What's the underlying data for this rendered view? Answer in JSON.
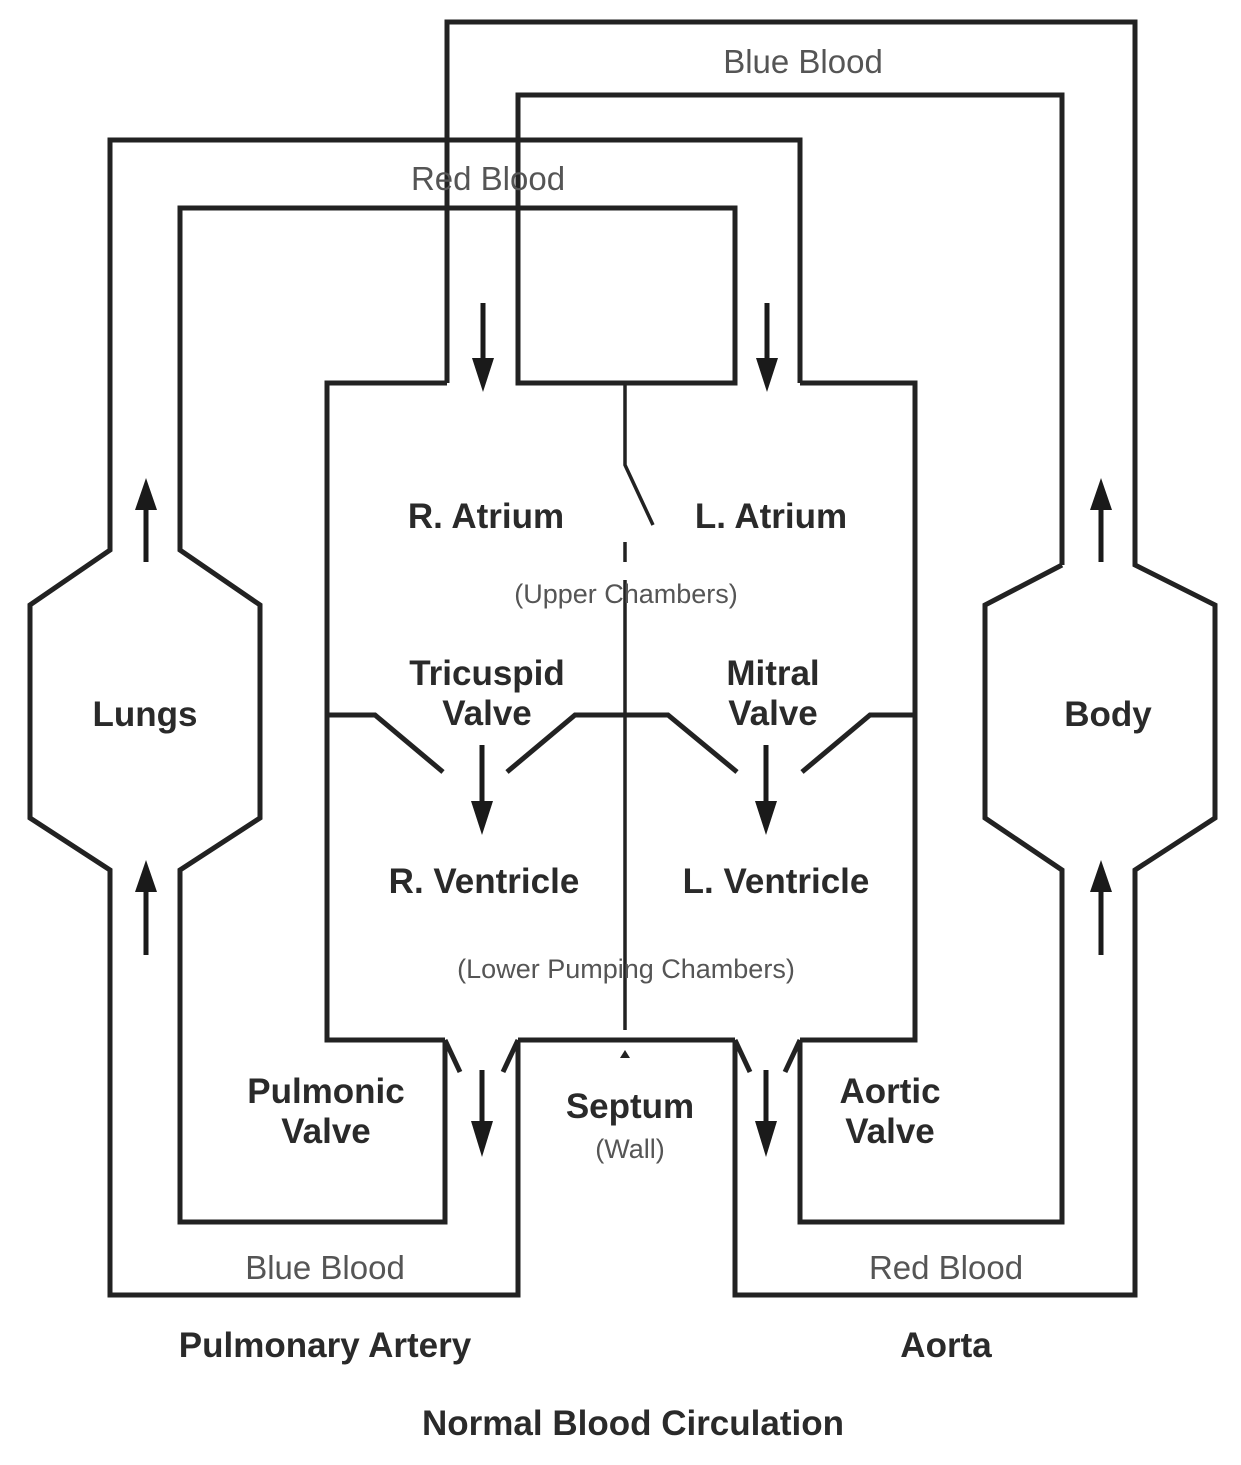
{
  "labels": {
    "blue_blood_top": "Blue Blood",
    "red_blood_top": "Red Blood",
    "right_atrium": "R. Atrium",
    "left_atrium": "L. Atrium",
    "upper_chambers": "(Upper Chambers)",
    "tricuspid_line1": "Tricuspid",
    "tricuspid_line2": "Valve",
    "mitral_line1": "Mitral",
    "mitral_line2": "Valve",
    "lungs": "Lungs",
    "body": "Body",
    "right_ventricle": "R. Ventricle",
    "left_ventricle": "L. Ventricle",
    "lower_chambers": "(Lower Pumping Chambers)",
    "pulmonic_line1": "Pulmonic",
    "pulmonic_line2": "Valve",
    "septum": "Septum",
    "septum_note": "(Wall)",
    "aortic_line1": "Aortic",
    "aortic_line2": "Valve",
    "blue_blood_bottom": "Blue Blood",
    "red_blood_bottom": "Red Blood",
    "pulmonary_artery": "Pulmonary Artery",
    "aorta": "Aorta",
    "title": "Normal Blood Circulation"
  },
  "colors": {
    "line": "#222222",
    "bold_text": "#2a2a2a",
    "light_text": "#555555",
    "background": "#ffffff"
  }
}
